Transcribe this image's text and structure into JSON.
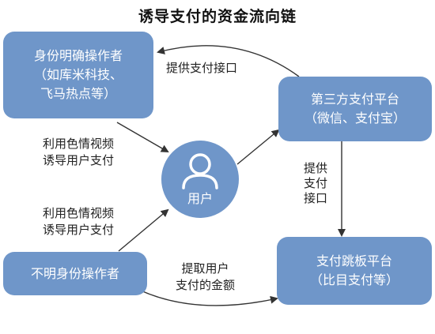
{
  "title": "诱导支付的资金流向链",
  "nodes": {
    "identified_operator": {
      "line1": "身份明确操作者",
      "line2": "（如库米科技、",
      "line3": "飞马热点等）"
    },
    "third_party": {
      "line1": "第三方支付平台",
      "line2": "（微信、支付宝）"
    },
    "user": {
      "label": "用户"
    },
    "unknown_operator": {
      "label": "不明身份操作者"
    },
    "jump_platform": {
      "line1": "支付跳板平台",
      "line2": "（比目支付等）"
    }
  },
  "edges": {
    "interface_top": "提供支付接口",
    "induce_1": {
      "line1": "利用色情视频",
      "line2": "诱导用户支付"
    },
    "interface_right": {
      "line1": "提供",
      "line2": "支付",
      "line3": "接口"
    },
    "induce_2": {
      "line1": "利用色情视频",
      "line2": "诱导用户支付"
    },
    "extract": {
      "line1": "提取用户",
      "line2": "支付的金额"
    }
  },
  "colors": {
    "node_fill": "#6f96c9",
    "node_text": "#ffffff",
    "arrow": "#333333"
  }
}
